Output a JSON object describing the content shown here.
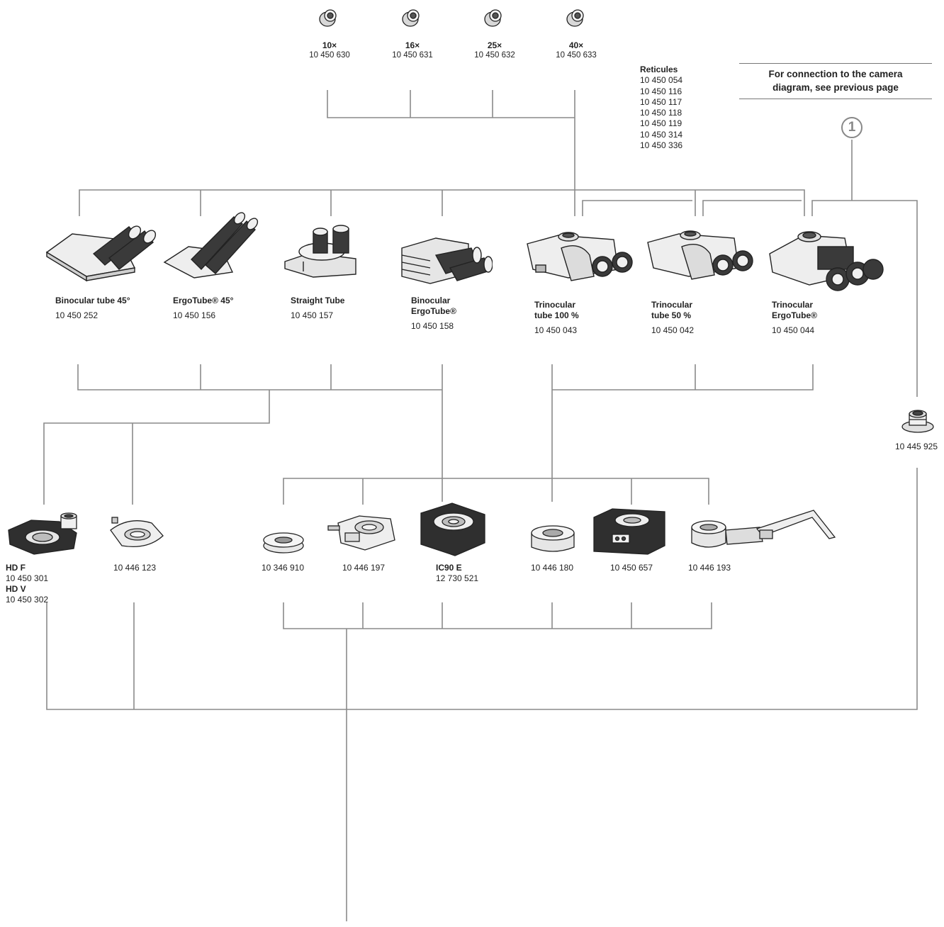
{
  "eyepieces": [
    {
      "mag": "10×",
      "code": "10 450 630"
    },
    {
      "mag": "16×",
      "code": "10 450 631"
    },
    {
      "mag": "25×",
      "code": "10 450 632"
    },
    {
      "mag": "40×",
      "code": "10 450 633"
    }
  ],
  "reticules": {
    "title": "Reticules",
    "codes": [
      "10 450 054",
      "10 450 116",
      "10 450 117",
      "10 450 118",
      "10 450 119",
      "10 450 314",
      "10 450 336"
    ]
  },
  "camera_note": {
    "line1": "For connection to the camera",
    "line2": "diagram, see previous page"
  },
  "badge": "1",
  "tubes": [
    {
      "name1": "Binocular tube 45°",
      "name2": "",
      "code": "10 450 252"
    },
    {
      "name1": "ErgoTube® 45°",
      "name2": "",
      "code": "10 450 156"
    },
    {
      "name1": "Straight Tube",
      "name2": "",
      "code": "10 450 157"
    },
    {
      "name1": "Binocular",
      "name2": "ErgoTube®",
      "code": "10 450 158"
    },
    {
      "name1": "Trinocular",
      "name2": "tube 100 %",
      "code": "10 450 043"
    },
    {
      "name1": "Trinocular",
      "name2": "tube 50 %",
      "code": "10 450 042"
    },
    {
      "name1": "Trinocular",
      "name2": "ErgoTube®",
      "code": "10 450 044"
    }
  ],
  "adapter_code": "10 445 925",
  "hd": {
    "f_label": "HD F",
    "f_code": "10 450 301",
    "v_label": "HD V",
    "v_code": "10 450 302"
  },
  "intermediate_codes": [
    "10 446 123",
    "10 346 910",
    "10 446 197",
    "10 446 180",
    "10 450 657",
    "10 446 193"
  ],
  "ic90": {
    "label": "IC90 E",
    "code": "12 730 521"
  }
}
